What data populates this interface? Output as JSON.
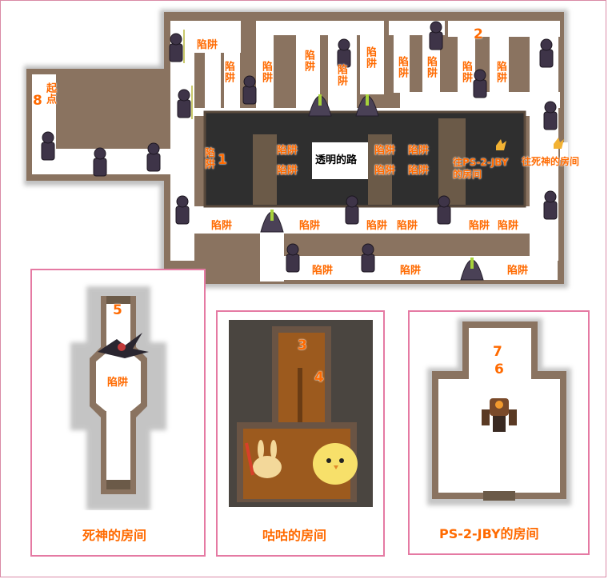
{
  "labels": {
    "trap": "陷阱",
    "start": "起点",
    "transparent_road": "透明的路",
    "to_ps2jby": "往PS-2-JBY的房间",
    "to_death": "往死神的房间"
  },
  "markers": [
    "1",
    "2",
    "3",
    "4",
    "5",
    "6",
    "7",
    "8"
  ],
  "rooms": {
    "death_room": "死神的房间",
    "gugu_room": "咕咕的房间",
    "ps_room": "PS-2-JBY的房间"
  },
  "colors": {
    "label": "#ff6a00",
    "panel_border": "#e57aa3",
    "wall": "#8a7360",
    "floor": "#ffffff",
    "hall": "#3a3a3a",
    "orange_floor": "#9c5a1e"
  },
  "icons": [
    "guard-spearman-icon",
    "hooded-monk-icon",
    "death-reaper-icon",
    "robot-boss-icon",
    "rabbit-monster-icon",
    "chick-monster-icon",
    "fire-crystal-icon"
  ]
}
